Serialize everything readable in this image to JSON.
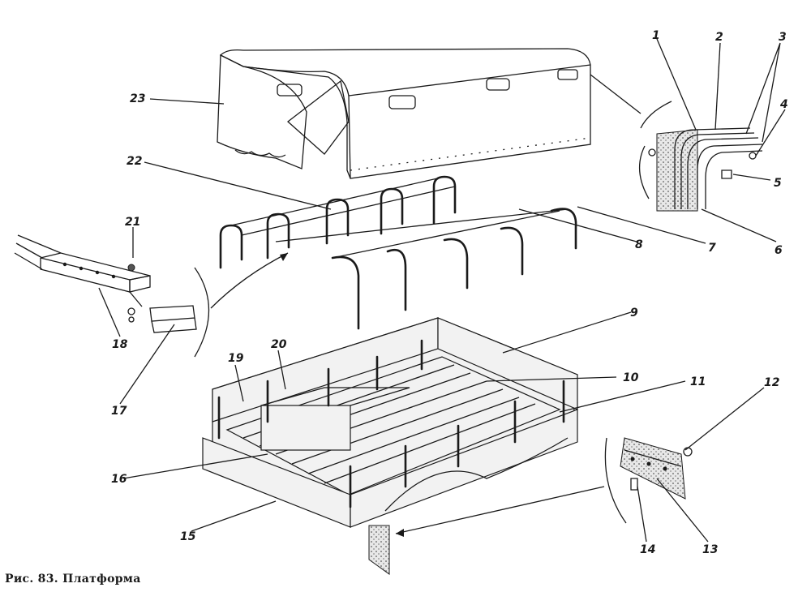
{
  "caption": "Рис. 83. Платформа",
  "callouts": [
    "1",
    "2",
    "3",
    "4",
    "5",
    "6",
    "7",
    "8",
    "9",
    "10",
    "11",
    "12",
    "13",
    "14",
    "15",
    "16",
    "17",
    "18",
    "19",
    "20",
    "21",
    "22",
    "23"
  ],
  "colors": {
    "ink": "#1a1a1a",
    "paper": "#ffffff"
  }
}
